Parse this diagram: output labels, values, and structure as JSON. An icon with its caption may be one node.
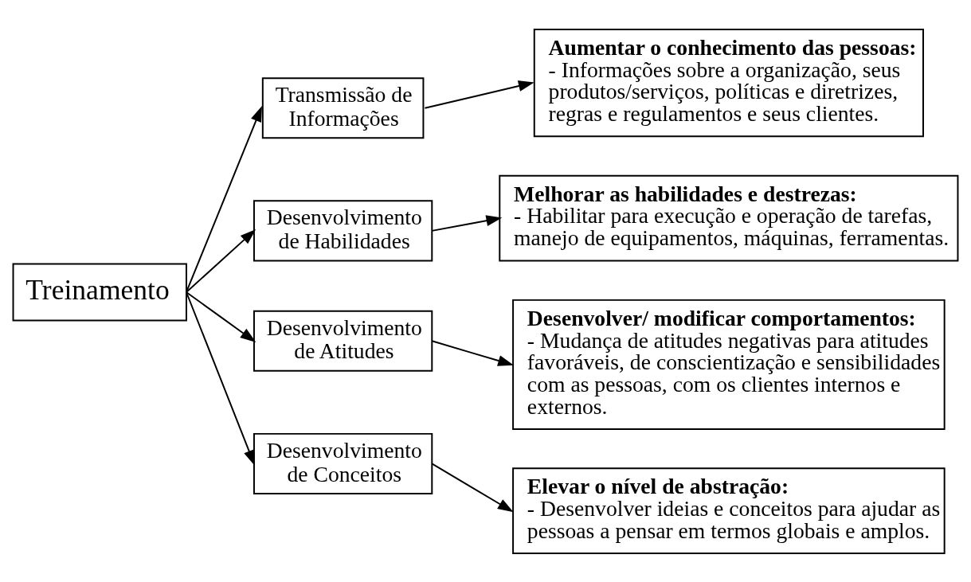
{
  "diagram": {
    "nodes": [
      {
        "text": [
          "Treinamento"
        ]
      },
      {
        "text": [
          "Transmissão de Informações"
        ]
      },
      {
        "text": [
          "Aumentar o conhecimento das pessoas:",
          "- Informações sobre a organização, seus produtos/serviços, políticas e diretrizes, regras e regulamentos e seus clientes."
        ]
      },
      {
        "text": [
          "Desenvolvimento de Habilidades"
        ]
      },
      {
        "text": [
          "Melhorar as habilidades e destrezas:",
          "- Habilitar para execução e operação de tarefas, manejo de equipamentos, máquinas, ferramentas."
        ]
      },
      {
        "text": [
          "Desenvolvimento de Atitudes"
        ]
      },
      {
        "text": [
          "Desenvolver/ modificar comportamentos:",
          "- Mudança de atitudes negativas para atitudes favoráveis, de conscientização e sensibilidades com as pessoas, com os clientes internos e externos."
        ]
      },
      {
        "text": [
          "Desenvolvimento de Conceitos"
        ]
      },
      {
        "text": [
          "Elevar o nível de abstração:",
          "- Desenvolver ideias e conceitos para ajudar as pessoas a pensar em termos globais e amplos."
        ]
      }
    ],
    "edges": [
      {
        "from": 0,
        "to": 1,
        "arrow": "to"
      },
      {
        "from": 0,
        "to": 3,
        "arrow": "to"
      },
      {
        "from": 0,
        "to": 5,
        "arrow": "to"
      },
      {
        "from": 0,
        "to": 7,
        "arrow": "to"
      },
      {
        "from": 1,
        "to": 2,
        "arrow": "to"
      },
      {
        "from": 3,
        "to": 4,
        "arrow": "to"
      },
      {
        "from": 5,
        "to": 6,
        "arrow": "to"
      },
      {
        "from": 7,
        "to": 8,
        "arrow": "to"
      }
    ]
  }
}
